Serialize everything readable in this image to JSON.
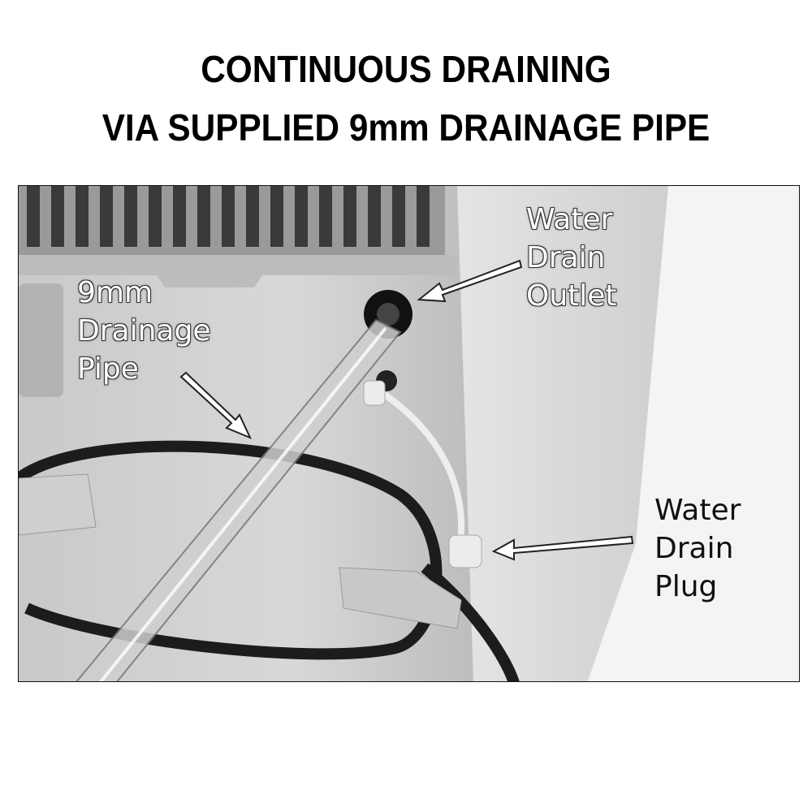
{
  "title": {
    "line1": "CONTINUOUS DRAINING",
    "line2": "VIA SUPPLIED 9mm DRAINAGE PIPE"
  },
  "labels": {
    "outlet": [
      "Water",
      "Drain",
      "Outlet"
    ],
    "pipe": [
      "9mm",
      "Drainage",
      "Pipe"
    ],
    "plug": [
      "Water",
      "Drain",
      "Plug"
    ]
  }
}
